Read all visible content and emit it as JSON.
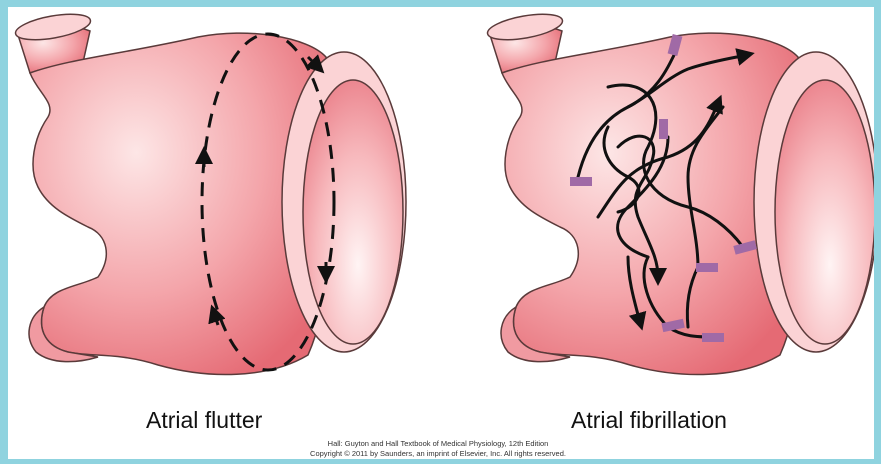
{
  "labels": {
    "left": "Atrial flutter",
    "right": "Atrial fibrillation"
  },
  "credit": {
    "line1": "Hall: Guyton and Hall Textbook of Medical Physiology, 12th Edition",
    "line2": "Copyright © 2011 by Saunders, an imprint of Elsevier, Inc. All rights reserved."
  },
  "colors": {
    "background_border": "#8fd3df",
    "atrium_fill": "#f4a6ab",
    "atrium_outline": "#5a3a3a",
    "impulse_path": "#111111",
    "ectopic_focus": "#a06aa6"
  },
  "icons": [
    "arrow-head",
    "ectopic-focus-marker"
  ]
}
